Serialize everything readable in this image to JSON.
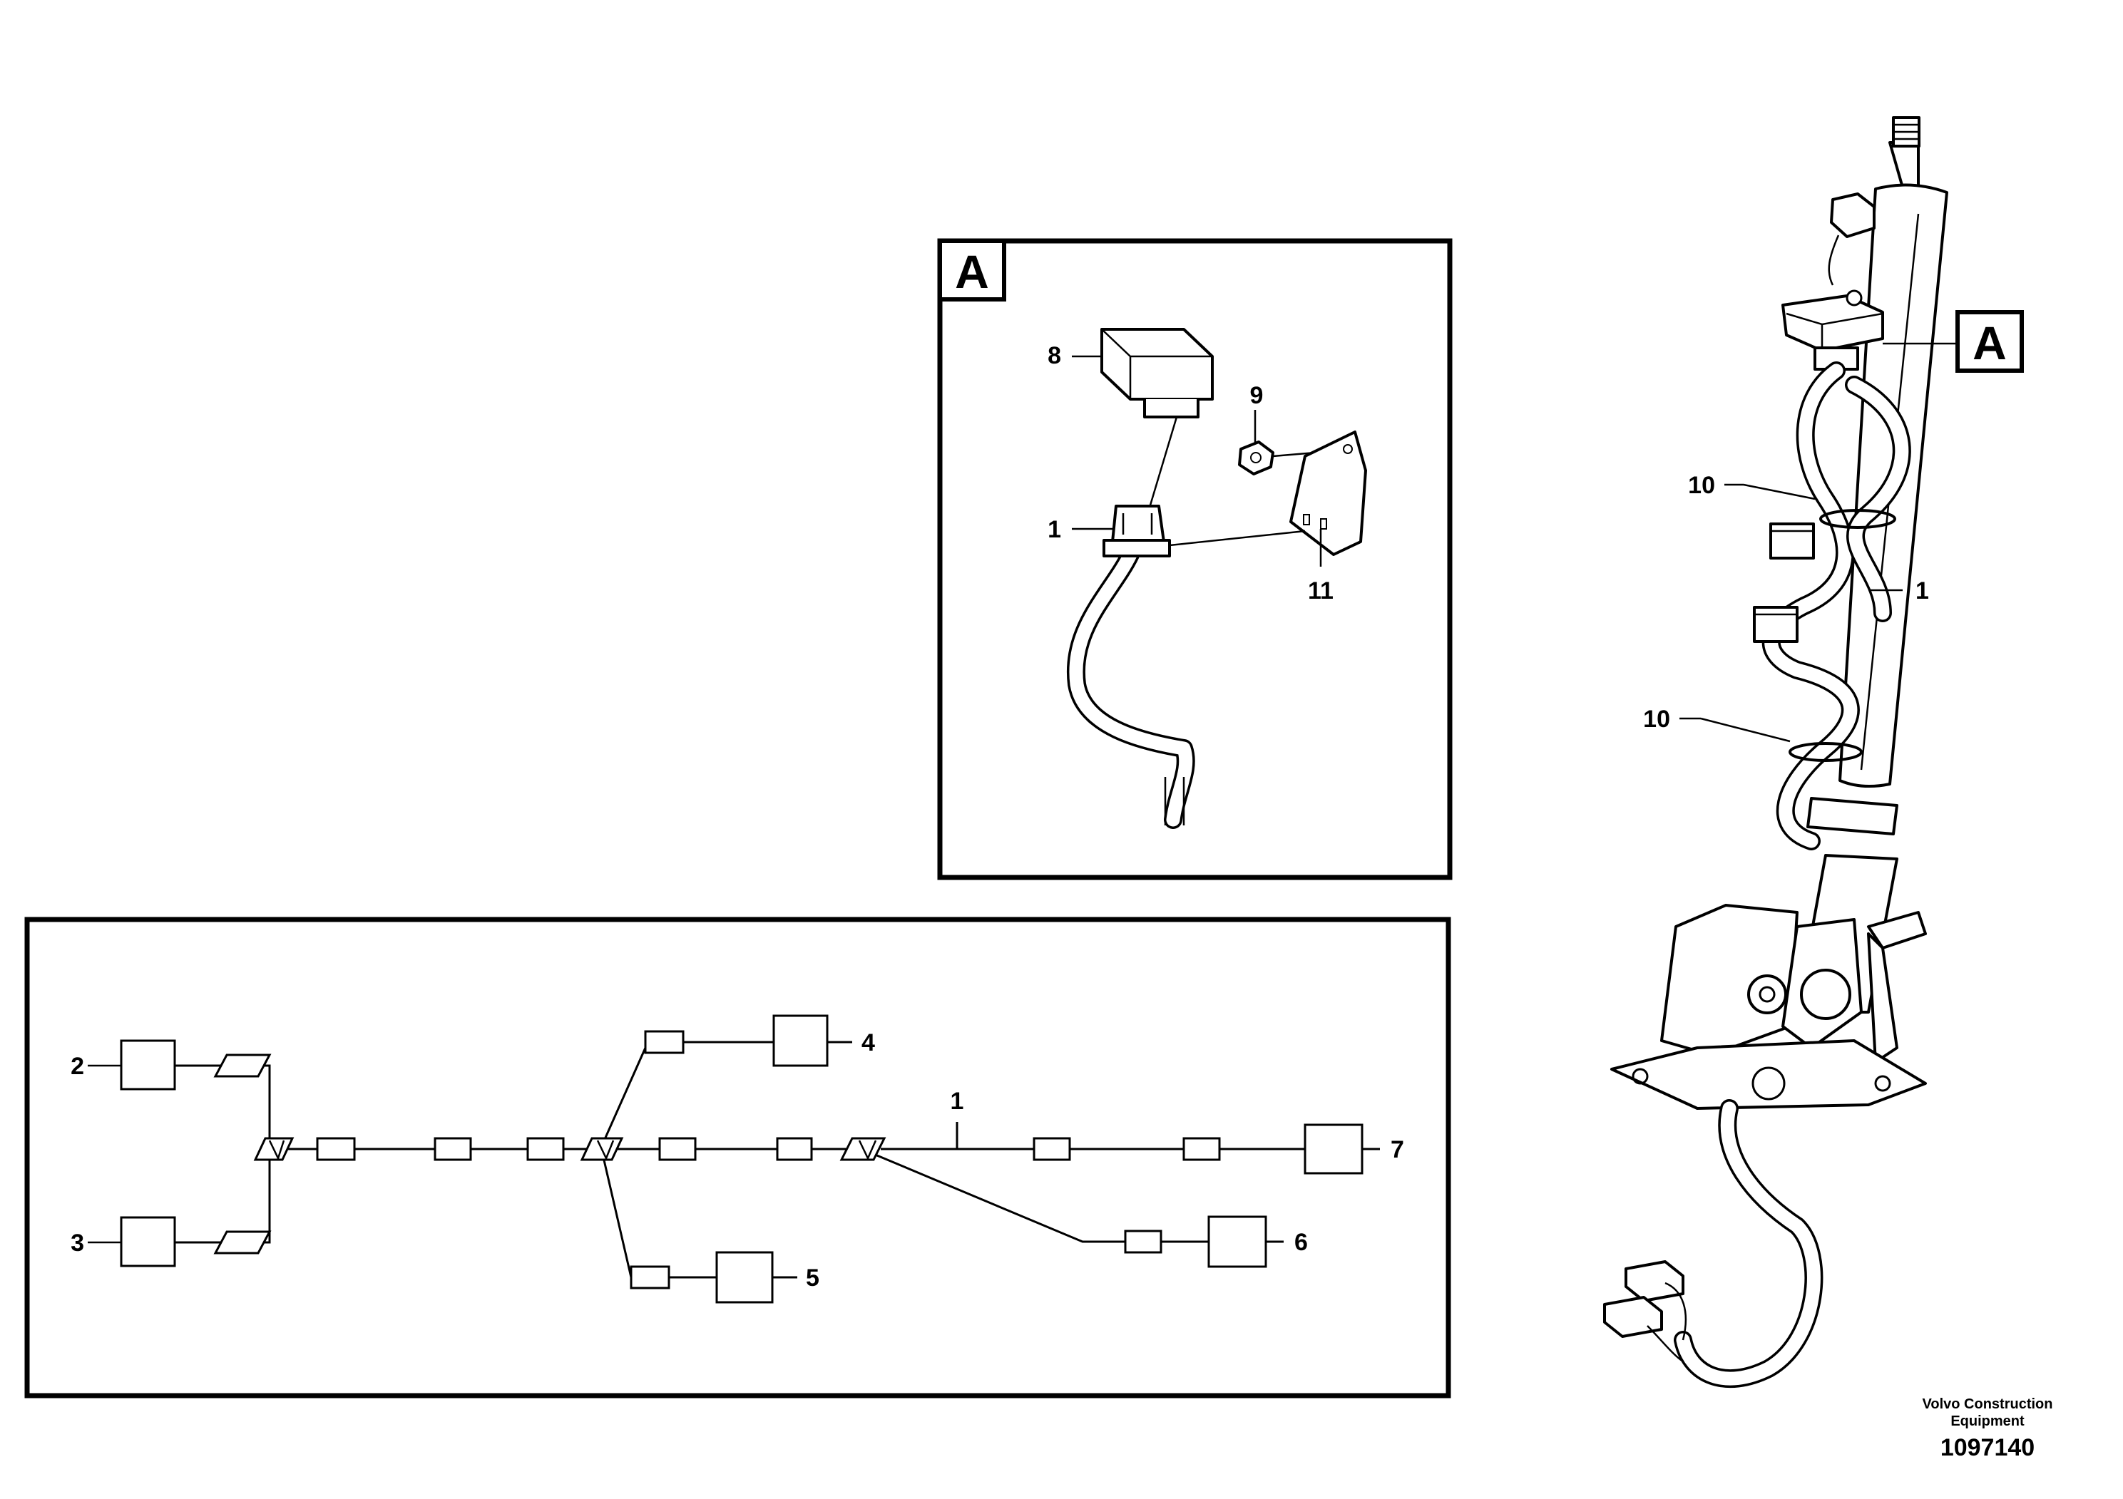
{
  "detail": {
    "tag": "A",
    "callouts": {
      "c8": "8",
      "c9": "9",
      "c1": "1",
      "c11": "11"
    }
  },
  "assembly": {
    "tag": "A",
    "callouts": {
      "c10a": "10",
      "c1": "1",
      "c10b": "10"
    }
  },
  "schematic": {
    "callouts": {
      "c2": "2",
      "c3": "3",
      "c4": "4",
      "c5": "5",
      "c6": "6",
      "c7": "7",
      "c1": "1"
    }
  },
  "footer": {
    "brand_line1": "Volvo Construction",
    "brand_line2": "Equipment",
    "doc_number": "1097140"
  }
}
